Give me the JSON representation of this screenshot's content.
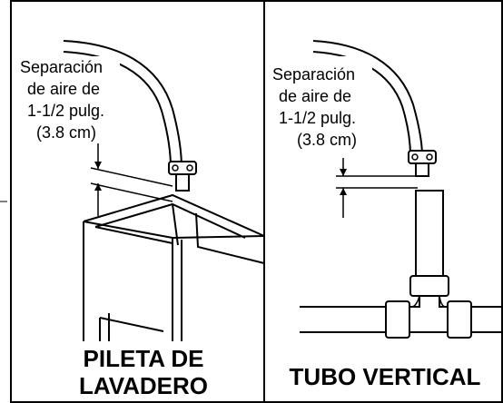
{
  "left_panel": {
    "air_gap_label": [
      "Separación",
      "de aire de",
      "1-1/2 pulg.",
      "(3.8 cm)"
    ],
    "title": [
      "PILETA DE",
      "LAVADERO"
    ]
  },
  "right_panel": {
    "air_gap_label": [
      "Separación",
      "de aire de",
      "1-1/2 pulg.",
      "(3.8 cm)"
    ],
    "title": "TUBO VERTICAL"
  }
}
